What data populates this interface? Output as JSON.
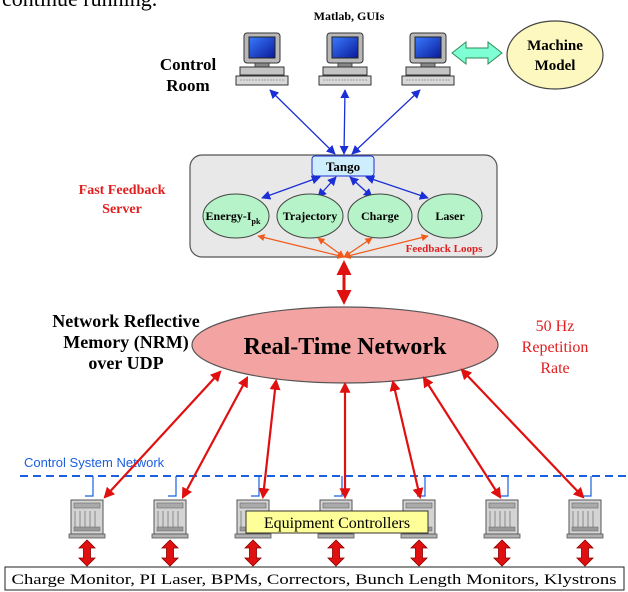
{
  "top_fragment": "continue running.",
  "matlab_label": "Matlab, GUIs",
  "control_room": [
    "Control",
    "Room"
  ],
  "machine_model": [
    "Machine",
    "Model"
  ],
  "tango_label": "Tango",
  "fast_feedback_server": [
    "Fast Feedback",
    "Server"
  ],
  "feedback_nodes": [
    "Energy-I",
    "Trajectory",
    "Charge",
    "Laser"
  ],
  "energy_subscript": "pk",
  "feedback_loops_label": "Feedback Loops",
  "nrm_label": [
    "Network Reflective",
    "Memory (NRM)",
    "over UDP"
  ],
  "network_label": "Real-Time Network",
  "rate_label": [
    "50 Hz",
    "Repetition",
    "Rate"
  ],
  "control_system_network_label": "Control System Network",
  "equipment_controllers_label": "Equipment Controllers",
  "bottom_label": "Charge Monitor, PI Laser, BPMs, Correctors, Bunch Length Monitors, Klystrons",
  "colors": {
    "blue_arrow": "#1a2fd6",
    "red_arrow": "#e01010",
    "orange_arrow": "#f05a1a",
    "feedback_node_fill": "#b6f3c8",
    "tango_fill": "#cfeefd",
    "server_box_fill": "#e8e8e8",
    "network_fill": "#f4a3a3",
    "machine_model_fill": "#fdf8c0",
    "equipment_label_fill": "#ffff99",
    "dashed_line": "#1a5fe0",
    "red_text": "#e02020"
  }
}
